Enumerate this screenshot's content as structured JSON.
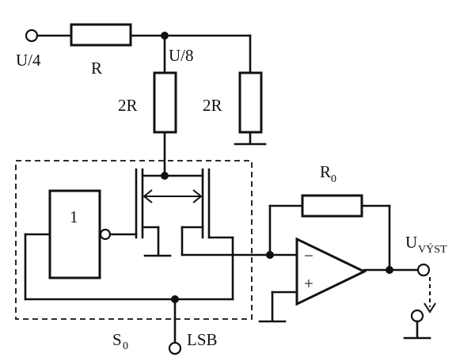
{
  "labels": {
    "input_voltage": "U/4",
    "node_voltage": "U/8",
    "series_resistor": "R",
    "ladder_resistor": "2R",
    "shunt_resistor": "2R",
    "feedback_resistor": "R",
    "feedback_resistor_sub": "0",
    "inverter": "1",
    "minus": "−",
    "plus": "+",
    "output": "U",
    "output_sub": "VÝST",
    "switch": "S",
    "switch_sub": "0",
    "lsb": "LSB"
  }
}
